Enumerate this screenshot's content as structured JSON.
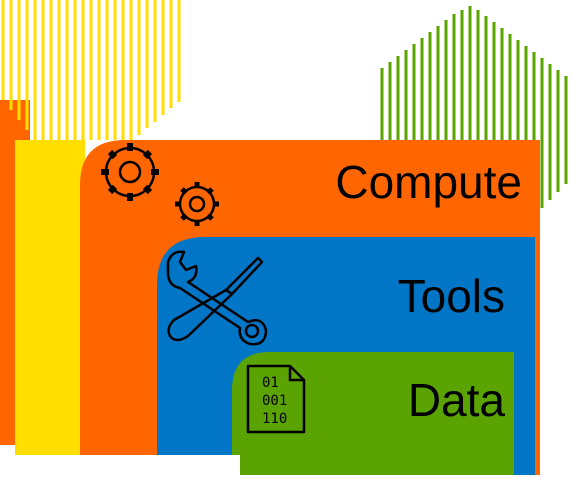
{
  "layers": [
    {
      "label": "Compute",
      "icon": "gears-icon",
      "color": "#FF6600"
    },
    {
      "label": "Tools",
      "icon": "wrench-screwdriver-icon",
      "color": "#0276C6"
    },
    {
      "label": "Data",
      "icon": "binary-document-icon",
      "color": "#5BA300"
    }
  ],
  "binary_icon_text": [
    "01",
    "001",
    "110"
  ],
  "decor": {
    "yellow": "#FFDE00",
    "orange": "#FF6600",
    "green": "#5BA300",
    "blue": "#0276C6"
  }
}
